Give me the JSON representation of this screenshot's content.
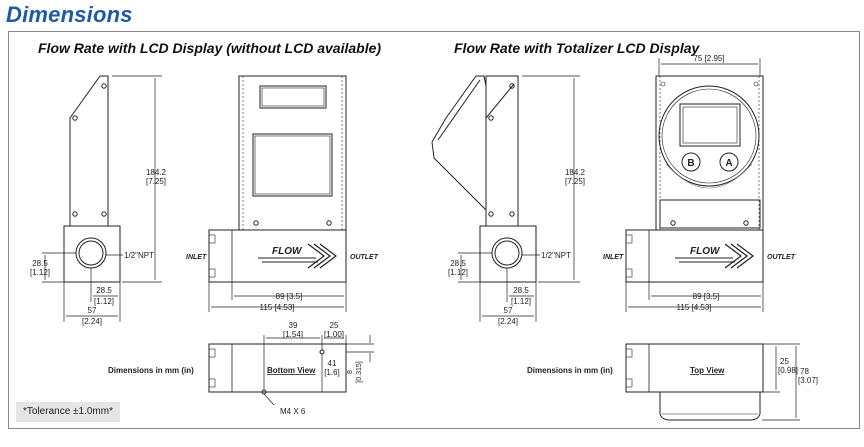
{
  "title": "Dimensions",
  "left_subtitle": "Flow Rate with LCD Display (without LCD available)",
  "right_subtitle": "Flow Rate with Totalizer LCD Display",
  "tolerance": "*Tolerance ±1.0mm*",
  "dims": {
    "height_mm": "184.2",
    "height_in": "[7.25]",
    "npt": "1/2\"NPT",
    "port_h_mm": "28.5",
    "port_h_in": "[1.12]",
    "port_w_mm": "28.5",
    "port_w_in": "[1.12]",
    "side_w_mm": "57",
    "side_w_in": "[2.24]",
    "body_w_mm": "89 [3.5]",
    "total_w_mm": "115 [4.53]",
    "top_w_mm": "75 [2.95]",
    "hole1_mm": "39",
    "hole1_in": "[1.54]",
    "hole2_mm": "25",
    "hole2_in": "[1.00]",
    "hole_depth_mm": "41",
    "hole_depth_in": "[1.6]",
    "base_h_mm": "8",
    "base_h_in": "[0.315]",
    "top_h1_mm": "25",
    "top_h1_in": "[0.98]",
    "top_h2_mm": "78",
    "top_h2_in": "[3.07]",
    "screw": "M4 X 6"
  },
  "labels": {
    "inlet": "INLET",
    "outlet": "OUTLET",
    "flow": "FLOW",
    "units": "Dimensions in mm (in)",
    "bottom_view": "Bottom View",
    "top_view": "Top View",
    "btn_b": "B",
    "btn_a": "A"
  },
  "colors": {
    "title": "#1f5aa6",
    "line": "#222222",
    "panel_border": "#8a8a8a",
    "tol_bg": "#e6e6e6"
  }
}
